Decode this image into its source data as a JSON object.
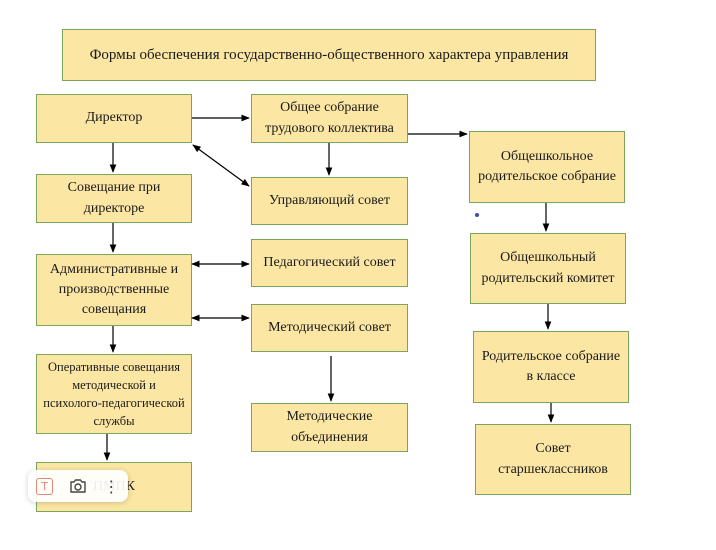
{
  "diagram": {
    "title": "Формы обеспечения государственно-общественного характера управления",
    "column_left": [
      "Директор",
      "Совещание при директоре",
      "Административные и производственные совещания",
      "Оперативные совещания методической и психолого-педагогической службы",
      "ПМПК"
    ],
    "column_middle": [
      "Общее собрание трудового коллектива",
      "Управляющий совет",
      "Педагогический совет",
      "Методический совет",
      "Методические объединения"
    ],
    "column_right": [
      "Общешкольное родительское собрание",
      "Общешкольный родительский комитет",
      "Родительское собрание в классе",
      "Совет старшеклассников"
    ]
  },
  "toolbar": {
    "icons": [
      "text-select-icon",
      "camera-search-icon",
      "more-vertical-icon"
    ],
    "more_glyph": "⋮"
  }
}
